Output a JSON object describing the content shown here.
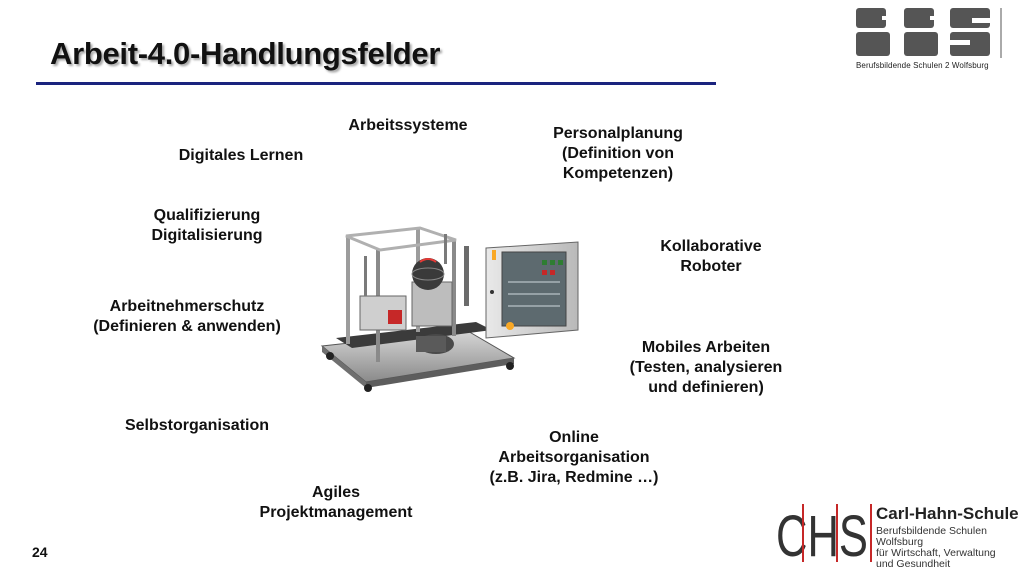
{
  "slide": {
    "title": "Arbeit-4.0-Handlungsfelder",
    "page_number": "24"
  },
  "fields": {
    "arbeitssysteme": "Arbeitssysteme",
    "digitales_lernen": "Digitales Lernen",
    "personalplanung": "Personalplanung\n(Definition von\nKompetenzen)",
    "qualifizierung": "Qualifizierung\nDigitalisierung",
    "kollaborative_roboter": "Kollaborative\nRoboter",
    "arbeitnehmerschutz": "Arbeitnehmerschutz\n(Definieren & anwenden)",
    "mobiles_arbeiten": "Mobiles Arbeiten\n(Testen, analysieren\nund definieren)",
    "selbstorganisation": "Selbstorganisation",
    "online_arbeitsorganisation": "Online\nArbeitsorganisation\n(z.B. Jira, Redmine …)",
    "agiles_projektmanagement": "Agiles\nProjektmanagement"
  },
  "logos": {
    "bbs_caption": "Berufsbildende Schulen 2 Wolfsburg",
    "chs_letters": "CHS",
    "chs_name": "Carl-Hahn-Schule",
    "chs_subtitle": "Berufsbildende Schulen Wolfsburg\nfür Wirtschaft, Verwaltung\nund Gesundheit"
  },
  "colors": {
    "title_rule": "#1a237e",
    "chs_accent": "#c62828",
    "bbs_gray": "#555555"
  }
}
